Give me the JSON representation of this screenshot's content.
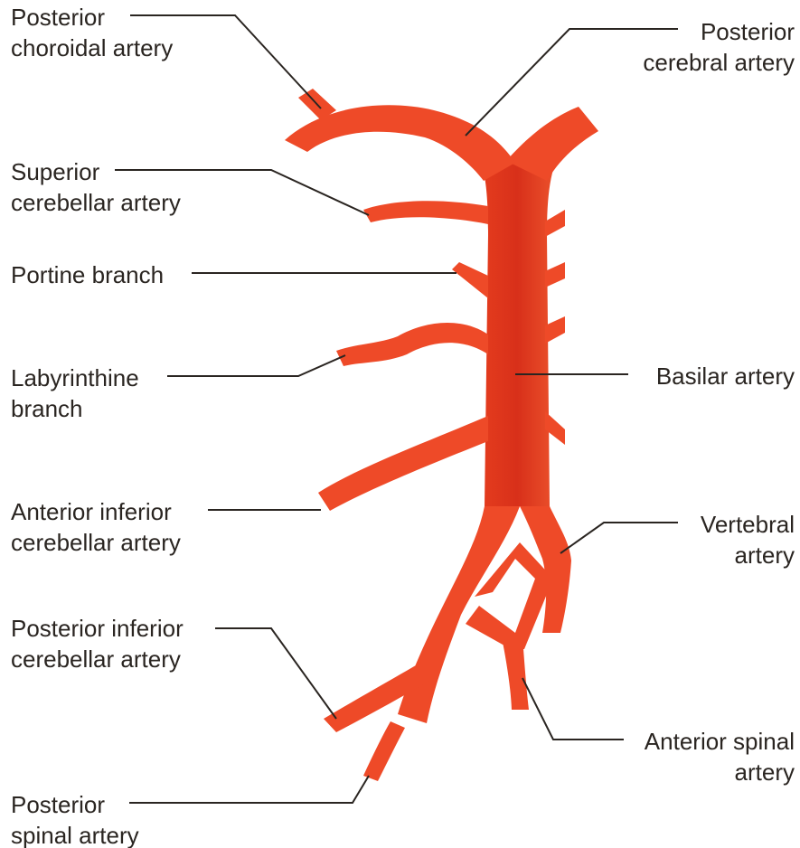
{
  "diagram": {
    "colors": {
      "artery": "#ee4a28",
      "artery_shade": "#d8301a",
      "artery_light": "#f86840",
      "leader": "#2a2521",
      "text": "#2a2521"
    },
    "labels": {
      "posterior_choroidal": [
        "Posterior",
        "choroidal artery"
      ],
      "posterior_cerebral": [
        "Posterior",
        "cerebral artery"
      ],
      "superior_cerebellar": [
        "Superior",
        "cerebellar artery"
      ],
      "pontine_branch": [
        "Portine branch"
      ],
      "labyrinthine_branch": [
        "Labyrinthine",
        "branch"
      ],
      "basilar_artery": [
        "Basilar artery"
      ],
      "anterior_inferior_cerebellar": [
        "Anterior inferior",
        "cerebellar artery"
      ],
      "vertebral_artery": [
        "Vertebral",
        "artery"
      ],
      "posterior_inferior_cerebellar": [
        "Posterior inferior",
        "cerebellar artery"
      ],
      "anterior_spinal": [
        "Anterior spinal",
        "artery"
      ],
      "posterior_spinal": [
        "Posterior",
        "spinal artery"
      ]
    }
  }
}
